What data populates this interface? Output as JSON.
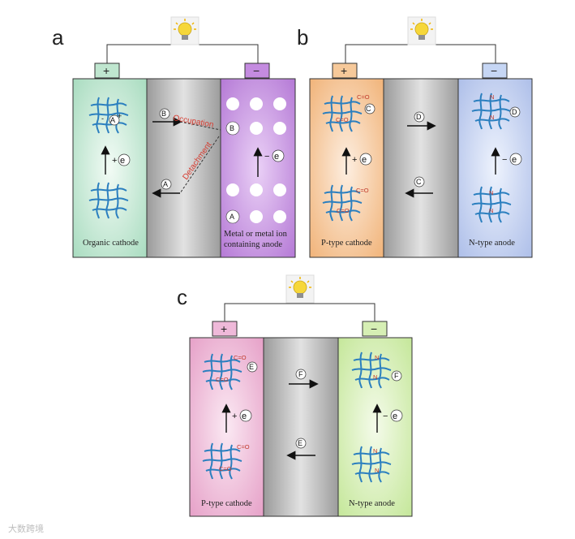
{
  "panels": {
    "a": {
      "label": "a",
      "plus": "+",
      "minus": "−",
      "cathode_caption": "Organic cathode",
      "anode_caption_1": "Metal or metal ion",
      "anode_caption_2": "containing anode",
      "electron": "e",
      "plus_e": "+",
      "minus_e": "−",
      "ion_top": "B",
      "ion_bottom": "A",
      "ion_cathode": "A",
      "occupation": "Occupation",
      "detachment": "Detachment",
      "anode_ion_b": "B",
      "anode_ion_a": "A"
    },
    "b": {
      "label": "b",
      "plus": "+",
      "minus": "−",
      "cathode_caption": "P-type cathode",
      "anode_caption": "N-type anode",
      "ion_top": "D",
      "ion_bottom": "C",
      "cathode_ion": "C",
      "anode_ion": "D",
      "co": "C=O",
      "n": "N",
      "electron": "e"
    },
    "c": {
      "label": "c",
      "plus": "+",
      "minus": "−",
      "cathode_caption": "P-type cathode",
      "anode_caption": "N-type anode",
      "ion_top": "F",
      "ion_bottom": "E",
      "cathode_ion": "E",
      "anode_ion": "F",
      "co": "C=O",
      "n": "N",
      "electron": "e"
    }
  },
  "watermark": "大数跨境",
  "colors": {
    "green_cell": "#bfe6cf",
    "gray_separator": "#bdbdbd",
    "purple_anode": "#c48be0",
    "orange_cathode": "#f6c99a",
    "blue_anode": "#c6d6f4",
    "pink_cathode": "#efb9d9",
    "lightgreen_anode": "#d6efb4",
    "network_blue": "#2b7fbf",
    "red_text": "#d63a2e"
  }
}
